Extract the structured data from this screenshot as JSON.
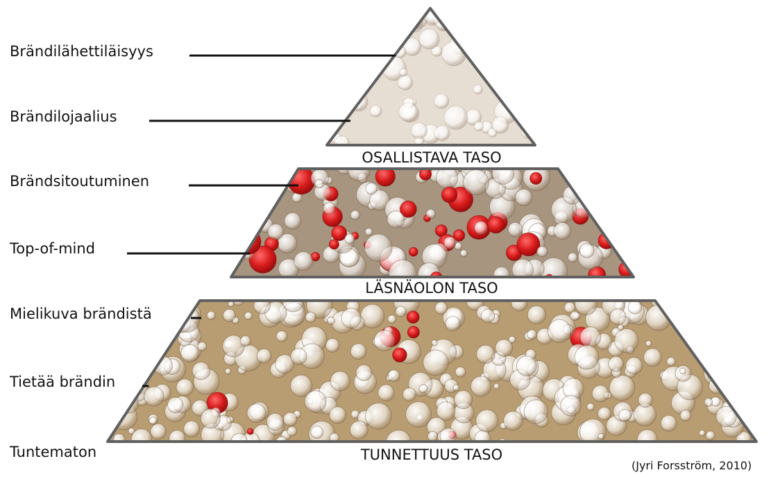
{
  "pyramid": {
    "tiers": [
      {
        "id": "top",
        "label": "OSALLISTAVA TASO",
        "texture": "white-bubbles",
        "base_color": "#e6ddd3",
        "bubble_color": "#fbf8f2",
        "accent_color": "#ffffff",
        "edge_color": "#606060"
      },
      {
        "id": "middle",
        "label": "LÄSNÄOLON TASO",
        "texture": "red-and-clear-bubbles",
        "base_color": "#a89580",
        "bubble_color": "#f1e7d7",
        "accent_color": "#cf1b1b",
        "edge_color": "#606060"
      },
      {
        "id": "bottom",
        "label": "TUNNETTUUS TASO",
        "texture": "amber-bubbles",
        "base_color": "#b89d72",
        "bubble_color": "#f4e9d4",
        "accent_color": "#c42a22",
        "edge_color": "#606060"
      }
    ]
  },
  "levels": [
    "Brändilähettiläisyys",
    "Brändilojaalius",
    "Brändsitoutuminen",
    "Top-of-mind",
    "Mielikuva brändistä",
    "Tietää brändin",
    "Tuntematon"
  ],
  "source": "(Jyri Forsström, 2010)"
}
